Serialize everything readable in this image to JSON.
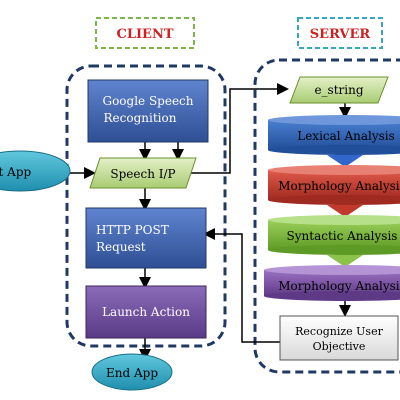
{
  "client": {
    "title": "CLIENT",
    "start_app": "rt App",
    "google_speech": [
      "Google Speech",
      "Recognition"
    ],
    "speech_ip": "Speech I/P",
    "http_post": [
      "HTTP POST",
      "Request"
    ],
    "launch_action": "Launch Action",
    "end_app": "End App"
  },
  "server": {
    "title": "SERVER",
    "e_string": "e_string",
    "lexical": "Lexical Analysis",
    "morphology1": "Morphology Analysis",
    "syntactic": "Syntactic Analysis",
    "morphology2": "Morphology Analysis",
    "recognize": [
      "Recognize User",
      "Objective"
    ]
  },
  "colors": {
    "title_text": "#cc2222",
    "client_title_border": "#7ab648",
    "server_title_border": "#3aa6b9",
    "container_border": "#1f3864",
    "blue_box": "#3b5ca8",
    "purple_box": "#6b4c9a",
    "io_green": "#b9d68a",
    "ellipse_teal": "#2aa6c4",
    "lexical": "#2e63b8",
    "morphology": "#c0392b",
    "syntactic": "#79b93a",
    "morphology2": "#7d4fa3"
  }
}
